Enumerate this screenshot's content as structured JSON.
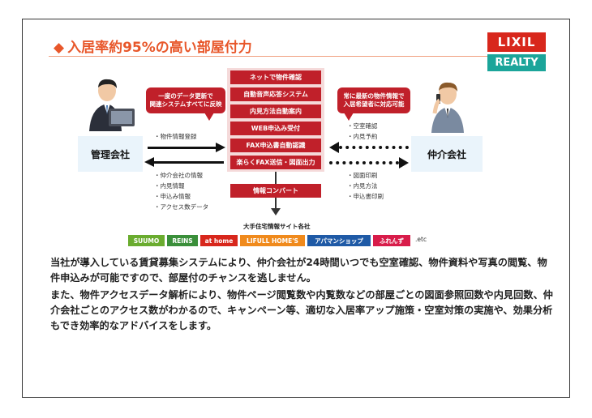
{
  "title": "入居率約95%の高い部屋付力",
  "logo": {
    "top": "LIXIL",
    "bottom": "REALTY",
    "top_color": "#d8271c",
    "bottom_color": "#1ba59a"
  },
  "callouts": {
    "left": [
      "一度のデータ更新で",
      "関連システムすべてに反映"
    ],
    "right": [
      "常に最新の物件情報で",
      "入居希望者に対応可能"
    ]
  },
  "features": [
    "ネットで物件確認",
    "自動音声応答システム",
    "内見方法自動案内",
    "WEB申込み受付",
    "FAX申込書自動認識",
    "楽らくFAX送信・図面出力"
  ],
  "conversion": "情報コンバート",
  "companies": {
    "manager": "管理会社",
    "broker": "仲介会社"
  },
  "manager_input": [
    "・物件情報登録"
  ],
  "manager_output": [
    "・仲介会社の情報",
    "・内見情報",
    "・申込み情報",
    "・アクセス数データ"
  ],
  "broker_input": [
    "・空室確認",
    "・内見予約"
  ],
  "broker_output": [
    "・図面印刷",
    "・内見方法",
    "・申込書印刷"
  ],
  "portal_title": "大手住宅情報サイト各社",
  "portals": [
    {
      "name": "SUUMO",
      "color": "#6aac2f"
    },
    {
      "name": "REINS",
      "color": "#3a8f3a"
    },
    {
      "name": "at home",
      "color": "#d8271c"
    },
    {
      "name": "LIFULL HOME'S",
      "color": "#f08a1c"
    },
    {
      "name": "アパマンショップ",
      "color": "#1f5aa6"
    },
    {
      "name": "ふれんず",
      "color": "#d81c4a"
    }
  ],
  "portals_etc": ".etc",
  "body": [
    "当社が導入している賃貸募集システムにより、仲介会社が24時間いつでも空室確認、物件資料や写真の閲覧、物件申込みが可能ですので、部屋付のチャンスを逃しません。",
    "また、物件アクセスデータ解析により、物件ページ閲覧数や内覧数などの部屋ごとの図面参照回数や内見回数、仲介会社ごとのアクセス数がわかるので、キャンペーン等、適切な入居率アップ施策・空室対策の実施や、効果分析もでき効率的なアドバイスをします。"
  ],
  "colors": {
    "accent": "#e8572a",
    "feature_red": "#c0202a",
    "company_bg": "#eaf4fb"
  }
}
